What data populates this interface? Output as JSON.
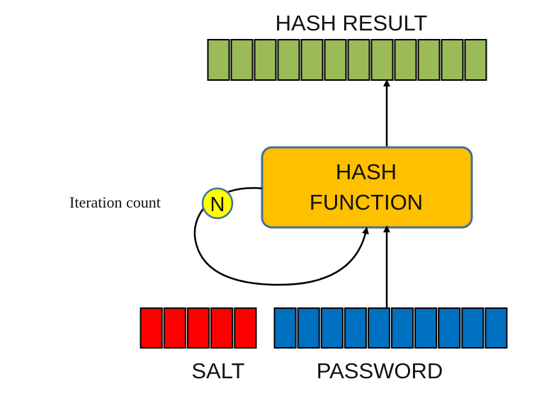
{
  "hash_result": {
    "label": "HASH RESULT",
    "cells": 12,
    "color": "#9bbb59"
  },
  "hash_function": {
    "line1": "HASH",
    "line2": "FUNCTION",
    "color": "#ffc000",
    "border": "#41719c"
  },
  "iteration": {
    "label": "Iteration count",
    "badge": "N",
    "badge_color": "#ffff00"
  },
  "salt": {
    "label": "SALT",
    "cells": 5,
    "color": "#ff0000"
  },
  "password": {
    "label": "PASSWORD",
    "cells": 10,
    "color": "#0070c0"
  }
}
